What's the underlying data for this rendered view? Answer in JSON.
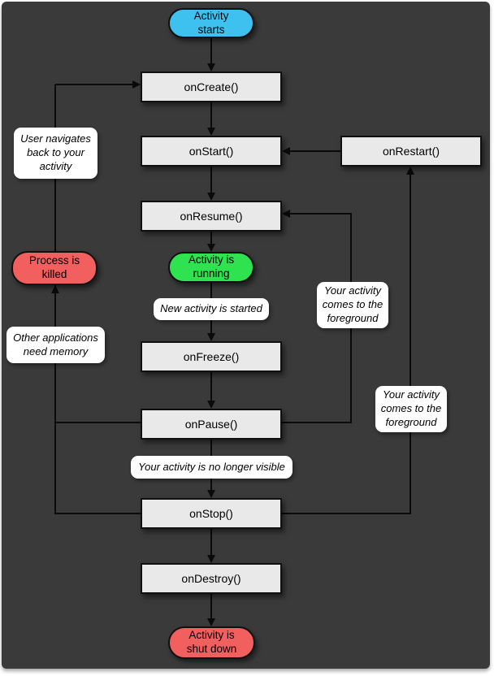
{
  "colors": {
    "background": "#3a3a3a",
    "lifecycle_box_fill": "#e9e9e9",
    "start_node_fill": "#3fc1f0",
    "running_node_fill": "#2fe24f",
    "killed_node_fill": "#f25f5f",
    "shutdown_node_fill": "#f25f5f",
    "annotation_fill": "#ffffff",
    "line_color": "#0a0a0a"
  },
  "nodes": {
    "activity_starts": "Activity\nstarts",
    "on_create": "onCreate()",
    "on_start": "onStart()",
    "on_restart": "onRestart()",
    "on_resume": "onResume()",
    "activity_running": "Activity is\nrunning",
    "on_freeze": "onFreeze()",
    "on_pause": "onPause()",
    "on_stop": "onStop()",
    "on_destroy": "onDestroy()",
    "activity_shut_down": "Activity is\nshut down",
    "process_killed": "Process is\nkilled"
  },
  "annotations": {
    "user_navigates_back": "User navigates\nback to your\nactivity",
    "other_applications_need_memory": "Other applications\nneed memory",
    "new_activity_is_started": "New activity is started",
    "activity_no_longer_visible": "Your activity is no longer visible",
    "comes_to_foreground_left": "Your activity\ncomes to the\nforeground",
    "comes_to_foreground_right": "Your activity\ncomes to the\nforeground"
  }
}
